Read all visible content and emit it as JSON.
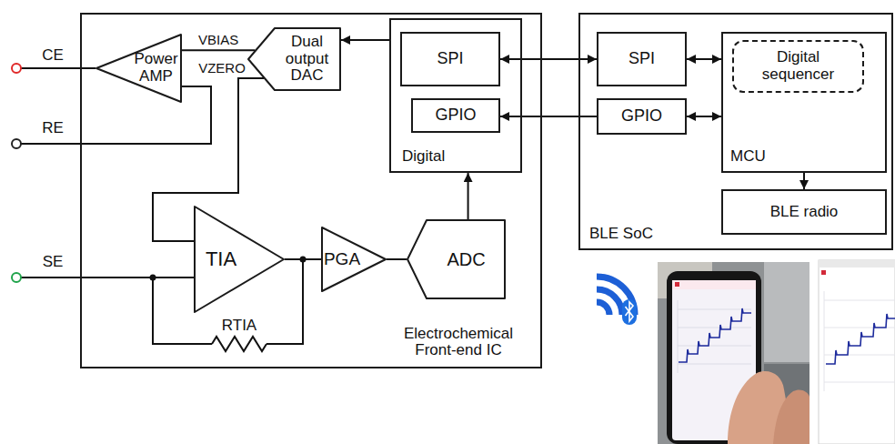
{
  "diagram": {
    "nodes": [
      {
        "text": [
          "Electrochemical Front-end IC"
        ]
      },
      {
        "text": [
          "Power AMP"
        ],
        "in": 0
      },
      {
        "text": [
          "Dual output DAC"
        ],
        "in": 0
      },
      {
        "text": [
          "Digital"
        ],
        "in": 0
      },
      {
        "text": [
          "SPI"
        ],
        "in": 3
      },
      {
        "text": [
          "GPIO"
        ],
        "in": 3
      },
      {
        "text": [
          "TIA"
        ],
        "in": 0
      },
      {
        "text": [
          "PGA"
        ],
        "in": 0
      },
      {
        "text": [
          "ADC"
        ],
        "in": 0
      },
      {
        "text": [
          "BLE SoC"
        ]
      },
      {
        "text": [
          "SPI"
        ],
        "in": 9
      },
      {
        "text": [
          "GPIO"
        ],
        "in": 9
      },
      {
        "text": [
          "MCU"
        ],
        "in": 9
      },
      {
        "text": [
          "Digital sequencer"
        ],
        "in": 12
      },
      {
        "text": [
          "BLE radio"
        ],
        "in": 9
      }
    ],
    "edges": [
      {
        "from": 2,
        "to": 1,
        "arrow": "none",
        "label": "VBIAS"
      },
      {
        "from": 2,
        "to": 6,
        "arrow": "none",
        "label": "VZERO"
      },
      {
        "from": 3,
        "to": 2,
        "arrow": "to"
      },
      {
        "from": 8,
        "to": 3,
        "arrow": "to"
      },
      {
        "from": 4,
        "to": 10,
        "arrow": "both"
      },
      {
        "from": 11,
        "to": 5,
        "arrow": "to"
      },
      {
        "from": 10,
        "to": 12,
        "arrow": "both"
      },
      {
        "from": 11,
        "to": 12,
        "arrow": "both"
      },
      {
        "from": 12,
        "to": 14,
        "arrow": "to"
      },
      {
        "from": 6,
        "to": 7,
        "arrow": "none"
      },
      {
        "from": 7,
        "to": 8,
        "arrow": "none"
      }
    ],
    "labels": [
      "CE",
      "RE",
      "SE",
      "RTIA"
    ]
  }
}
